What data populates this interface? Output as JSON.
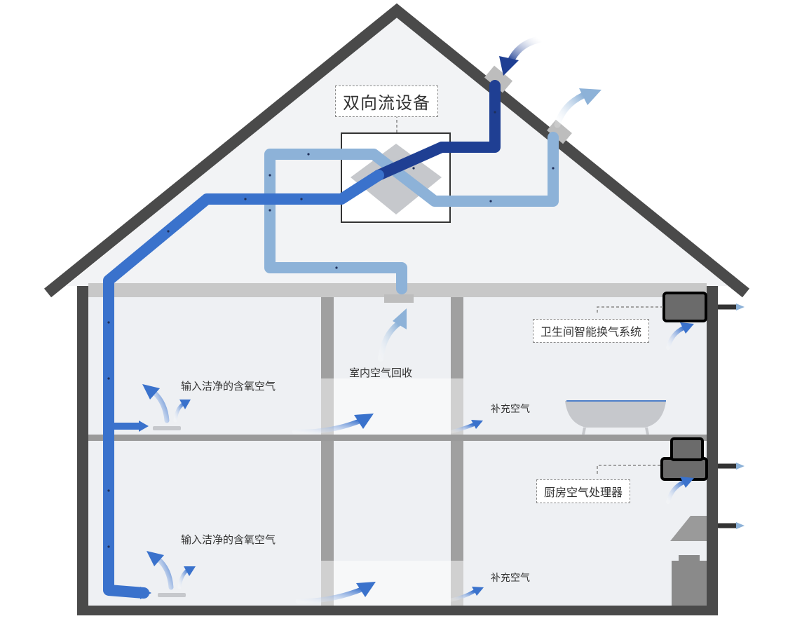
{
  "labels": {
    "device": "双向流设备",
    "bathroom_system": "卫生间智能换气系统",
    "kitchen_processor": "厨房空气处理器",
    "indoor_recovery": "室内空气回收",
    "fresh_air_upper": "输入洁净的含氧空气",
    "fresh_air_lower": "输入洁净的含氧空气",
    "supplement_upper": "补充空气",
    "supplement_lower": "补充空气"
  },
  "colors": {
    "roof": "#4a4a4a",
    "wall": "#9a9a9a",
    "ceiling": "#c8c8c8",
    "background": "#e9ebee",
    "supply_duct": "#3a72cc",
    "intake_duct": "#1f3f93",
    "exhaust_duct": "#8db2d8",
    "airflow_arrow": "#3a72cc"
  }
}
